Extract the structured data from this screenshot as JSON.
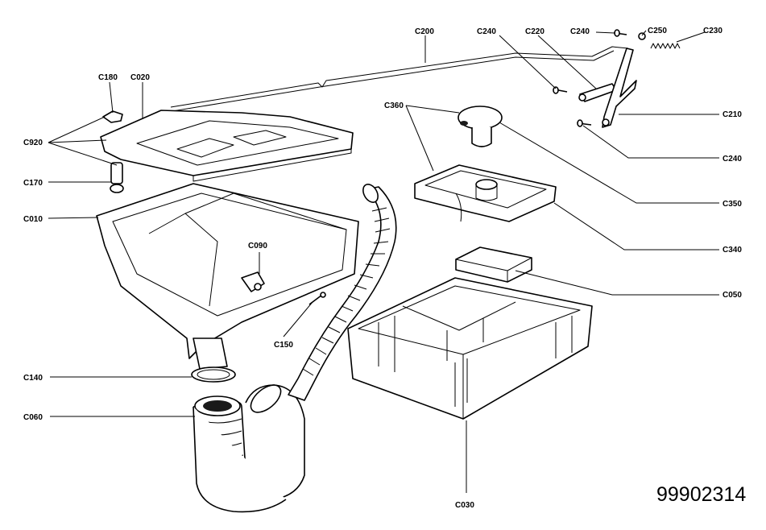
{
  "document_number": "99902314",
  "callouts": [
    {
      "id": "c200",
      "label": "C200"
    },
    {
      "id": "c240-top",
      "label": "C240"
    },
    {
      "id": "c220",
      "label": "C220"
    },
    {
      "id": "c240-right-top",
      "label": "C240"
    },
    {
      "id": "c250",
      "label": "C250"
    },
    {
      "id": "c230",
      "label": "C230"
    },
    {
      "id": "c180",
      "label": "C180"
    },
    {
      "id": "c020",
      "label": "C020"
    },
    {
      "id": "c360",
      "label": "C360"
    },
    {
      "id": "c210",
      "label": "C210"
    },
    {
      "id": "c920",
      "label": "C920"
    },
    {
      "id": "c240-right",
      "label": "C240"
    },
    {
      "id": "c170",
      "label": "C170"
    },
    {
      "id": "c350",
      "label": "C350"
    },
    {
      "id": "c010",
      "label": "C010"
    },
    {
      "id": "c340",
      "label": "C340"
    },
    {
      "id": "c090",
      "label": "C090"
    },
    {
      "id": "c050",
      "label": "C050"
    },
    {
      "id": "c150",
      "label": "C150"
    },
    {
      "id": "c140",
      "label": "C140"
    },
    {
      "id": "c060",
      "label": "C060"
    },
    {
      "id": "c030",
      "label": "C030"
    }
  ]
}
